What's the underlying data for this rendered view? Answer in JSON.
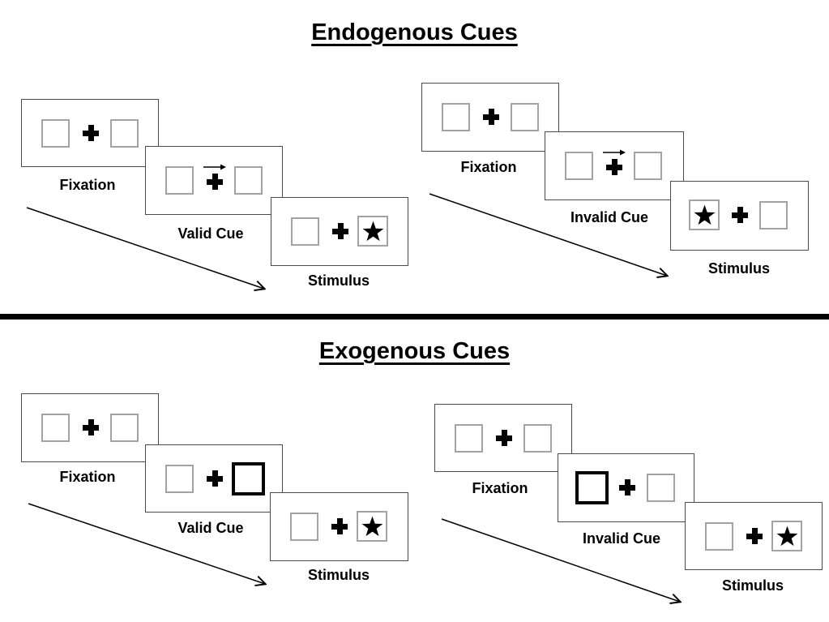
{
  "figure": {
    "background": "#ffffff",
    "divider_color": "#000000",
    "panel_border_color": "#4a4a4a",
    "box_border_color": "#a3a3a3",
    "ink_color": "#000000"
  },
  "sections": [
    {
      "title": "Endogenous Cues",
      "sequences": [
        {
          "name": "endogenous-valid",
          "panels": [
            {
              "label": "Fixation",
              "left_box": "empty",
              "center": "fixation-cross",
              "right_box": "empty"
            },
            {
              "label": "Valid Cue",
              "left_box": "empty",
              "center": "fixation-cross-with-right-arrow",
              "right_box": "empty"
            },
            {
              "label": "Stimulus",
              "left_box": "empty",
              "center": "fixation-cross",
              "right_box": "star"
            }
          ],
          "timeline": "diagonal-arrow-top-left-to-bottom-right"
        },
        {
          "name": "endogenous-invalid",
          "panels": [
            {
              "label": "Fixation",
              "left_box": "empty",
              "center": "fixation-cross",
              "right_box": "empty"
            },
            {
              "label": "Invalid Cue",
              "left_box": "empty",
              "center": "fixation-cross-with-right-arrow",
              "right_box": "empty"
            },
            {
              "label": "Stimulus",
              "left_box": "star",
              "center": "fixation-cross",
              "right_box": "empty"
            }
          ],
          "timeline": "diagonal-arrow-top-left-to-bottom-right"
        }
      ]
    },
    {
      "title": "Exogenous Cues",
      "sequences": [
        {
          "name": "exogenous-valid",
          "panels": [
            {
              "label": "Fixation",
              "left_box": "empty",
              "center": "fixation-cross",
              "right_box": "empty"
            },
            {
              "label": "Valid Cue",
              "left_box": "empty",
              "center": "fixation-cross",
              "right_box": "bold-highlight"
            },
            {
              "label": "Stimulus",
              "left_box": "empty",
              "center": "fixation-cross",
              "right_box": "star"
            }
          ],
          "timeline": "diagonal-arrow-top-left-to-bottom-right"
        },
        {
          "name": "exogenous-invalid",
          "panels": [
            {
              "label": "Fixation",
              "left_box": "empty",
              "center": "fixation-cross",
              "right_box": "empty"
            },
            {
              "label": "Invalid Cue",
              "left_box": "bold-highlight",
              "center": "fixation-cross",
              "right_box": "empty"
            },
            {
              "label": "Stimulus",
              "left_box": "empty",
              "center": "fixation-cross",
              "right_box": "star"
            }
          ],
          "timeline": "diagonal-arrow-top-left-to-bottom-right"
        }
      ]
    }
  ]
}
